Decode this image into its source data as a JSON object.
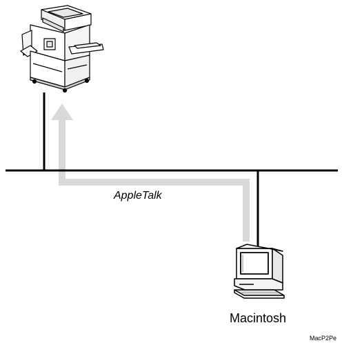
{
  "diagram": {
    "network_label": "AppleTalk",
    "computer_label": "Macintosh",
    "figure_code": "MacP2Pe"
  },
  "colors": {
    "line": "#000000",
    "data_path": "#d9d9d9",
    "device_body": "#ffffff",
    "device_shadow": "#e8e8e8"
  },
  "icons": {
    "printer": "copier-printer-icon",
    "computer": "macintosh-computer-icon"
  }
}
